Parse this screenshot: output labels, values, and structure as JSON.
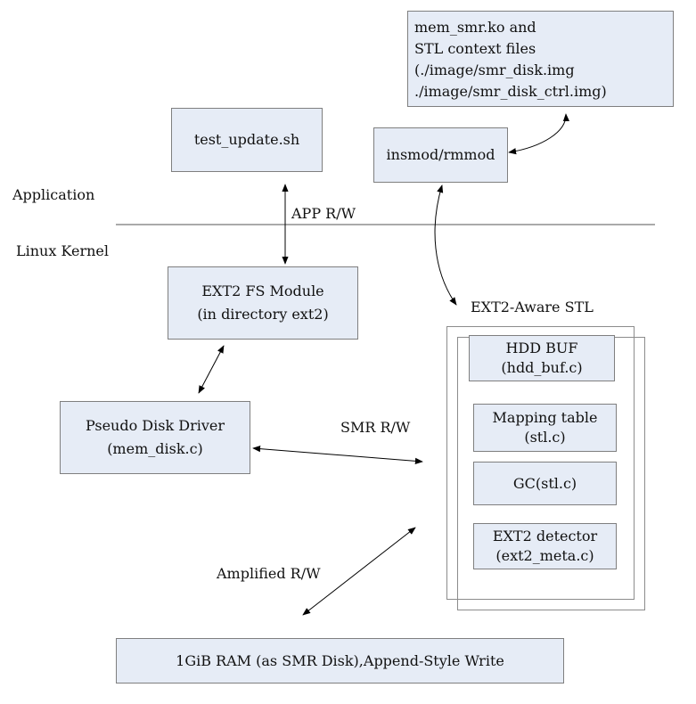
{
  "context_box": {
    "lines": [
      "mem_smr.ko and",
      "STL context files",
      "(./image/smr_disk.img",
      "./image/smr_disk_ctrl.img)"
    ]
  },
  "test_update_box": {
    "label": "test_update.sh"
  },
  "insmod_box": {
    "label": "insmod/rmmod"
  },
  "layers": {
    "application": "Application",
    "linux_kernel": "Linux Kernel"
  },
  "edges": {
    "app_rw": "APP R/W",
    "smr_rw": "SMR R/W",
    "amplified_rw": "Amplified R/W"
  },
  "ext2_fs_box": {
    "line1": "EXT2 FS Module",
    "line2": "(in directory ext2)"
  },
  "stl_title": "EXT2-Aware STL",
  "hdd_buf_box": {
    "line1": "HDD BUF",
    "line2": "(hdd_buf.c)"
  },
  "mapping_box": {
    "line1": "Mapping table",
    "line2": "(stl.c)"
  },
  "gc_box": {
    "label": "GC(stl.c)"
  },
  "detector_box": {
    "line1": "EXT2 detector",
    "line2": "(ext2_meta.c)"
  },
  "disk_driver_box": {
    "line1": "Pseudo Disk Driver",
    "line2": "(mem_disk.c)"
  },
  "ram_box": {
    "label": "1GiB RAM (as SMR Disk),Append-Style Write"
  }
}
